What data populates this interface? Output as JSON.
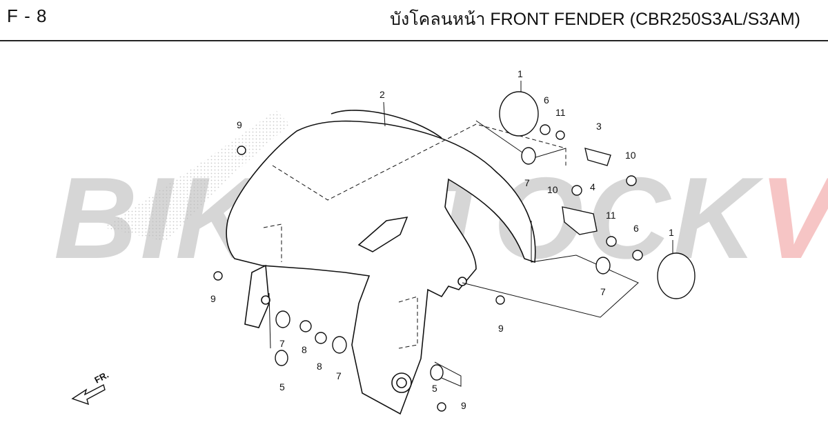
{
  "header": {
    "page_code": "F - 8",
    "title": "บังโคลนหน้า  FRONT FENDER (CBR250S3AL/S3AM)"
  },
  "watermark": {
    "part1": "BIKESTOCK",
    "part2": "VN"
  },
  "direction_label": "FR.",
  "callouts": [
    "1",
    "2",
    "6",
    "11",
    "3",
    "10",
    "7",
    "10",
    "4",
    "11",
    "6",
    "1",
    "7",
    "9",
    "9",
    "9",
    "7",
    "8",
    "8",
    "7",
    "5",
    "5",
    "9"
  ]
}
